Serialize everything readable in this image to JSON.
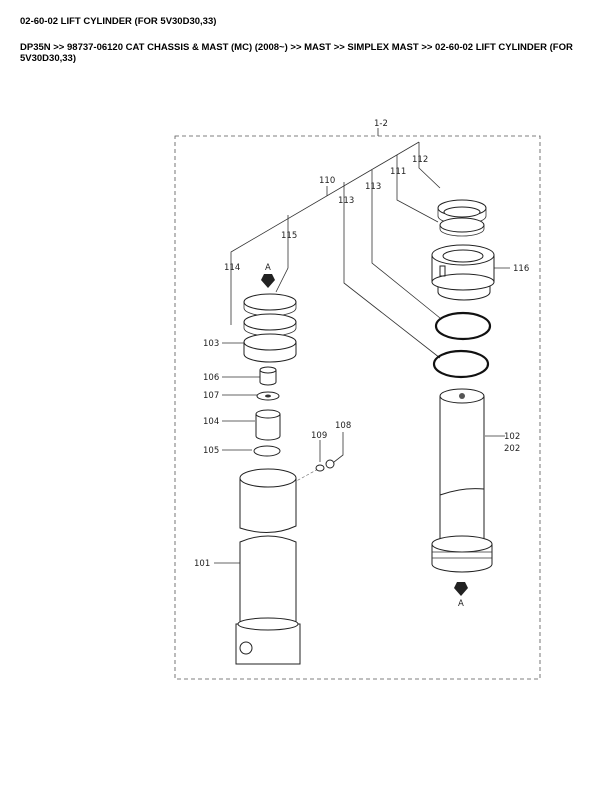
{
  "title": "02-60-02 LIFT CYLINDER (FOR 5V30D30,33)",
  "breadcrumb": "DP35N >> 98737-06120 CAT CHASSIS & MAST (MC) (2008~) >> MAST >> SIMPLEX MAST >> 02-60-02 LIFT CYLINDER (FOR 5V30D30,33)",
  "diagram": {
    "group_label": "1-2",
    "callouts": {
      "p112": "112",
      "p111": "111",
      "p110": "110",
      "p113a": "113",
      "p113b": "113",
      "p115": "115",
      "p114": "114",
      "p116": "116",
      "p103": "103",
      "p106": "106",
      "p107": "107",
      "p104": "104",
      "p105": "105",
      "p109": "109",
      "p108": "108",
      "p102": "102",
      "p202": "202",
      "p101": "101"
    },
    "view_marker_top": "A",
    "view_marker_bottom": "A"
  }
}
